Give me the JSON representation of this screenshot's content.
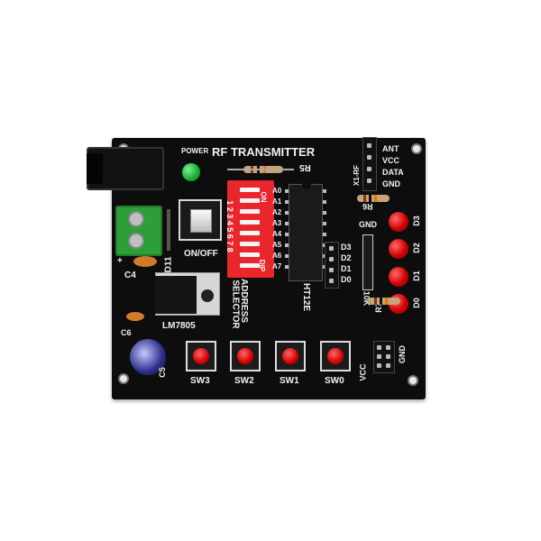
{
  "board": {
    "title": "RF TRANSMITTER",
    "power_label": "POWER",
    "r5": "R5",
    "r6": "R6",
    "r7": "R7",
    "c4": "C4",
    "c5": "C5",
    "c6": "C6",
    "d11": "D11",
    "on_off": "ON/OFF",
    "regulator": "LM7805",
    "address_selector_1": "ADDRESS",
    "address_selector_2": "SELECTOR",
    "encoder": "HT12E",
    "resistor_10k": "10K",
    "header_x1": "X1-RF",
    "ant": "ANT",
    "vcc_top": "VCC",
    "data": "DATA",
    "gnd_top": "GND",
    "gnd_mid": "GND",
    "gnd_bottom": "GND",
    "vcc_bottom": "VCC",
    "plus": "+",
    "dip_on": "ON",
    "dip_label": "DIP",
    "dip_numbers": "1 2 3 4 5 6 7 8",
    "addr_pins": [
      "A0",
      "A1",
      "A2",
      "A3",
      "A4",
      "A5",
      "A6",
      "A7"
    ],
    "data_pins": [
      "D3",
      "D2",
      "D1",
      "D0"
    ],
    "led_labels": [
      "D3",
      "D2",
      "D1",
      "D0"
    ],
    "switches": [
      "SW3",
      "SW2",
      "SW1",
      "SW0"
    ]
  },
  "colors": {
    "pcb": "#0d0d0d",
    "silkscreen": "#f2f2f2",
    "dip_switch": "#e8262b",
    "terminal_block": "#2e9e3a",
    "power_led": "#1db33a",
    "signal_led": "#d00000"
  }
}
